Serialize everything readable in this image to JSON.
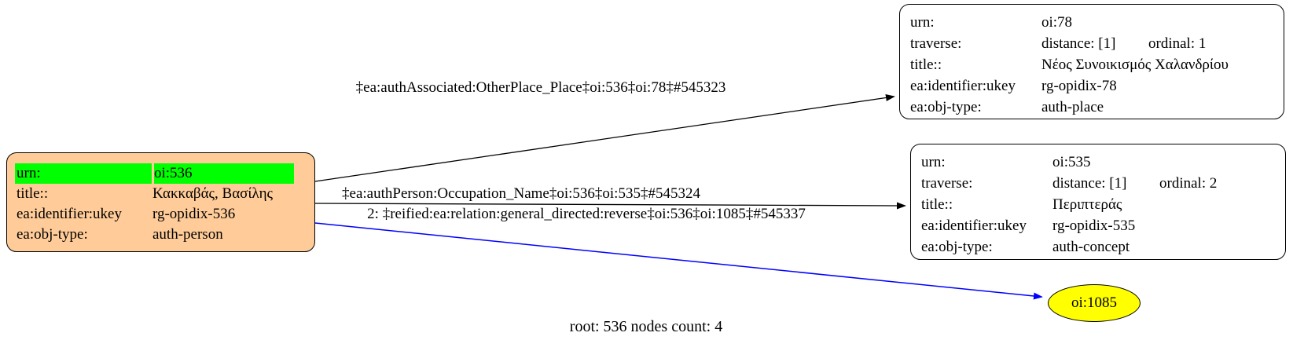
{
  "graph": {
    "caption": "root: 536 nodes count: 4",
    "colors": {
      "background": "#ffffff",
      "border": "#000000",
      "person_fill": "#ffcc99",
      "highlight": "#00ff00",
      "ellipse_fill": "#ffff00",
      "edge_black": "#000000",
      "edge_blue": "#0000ff"
    },
    "nodes": {
      "person_536": {
        "rows": [
          {
            "label": "urn:",
            "value": "oi:536"
          },
          {
            "label": "title::",
            "value": "Κακκαβάς, Βασίλης"
          },
          {
            "label": "ea:identifier:ukey",
            "value": "rg-opidix-536"
          },
          {
            "label": "ea:obj-type:",
            "value": "auth-person"
          }
        ]
      },
      "place_78": {
        "rows": [
          {
            "label": "urn:",
            "value": "oi:78"
          },
          {
            "label": "traverse:",
            "value": "distance: [1]",
            "value2": "ordinal: 1"
          },
          {
            "label": "title::",
            "value": "Νέος Συνοικισμός Χαλανδρίου"
          },
          {
            "label": "ea:identifier:ukey",
            "value": "rg-opidix-78"
          },
          {
            "label": "ea:obj-type:",
            "value": "auth-place"
          }
        ]
      },
      "concept_535": {
        "rows": [
          {
            "label": "urn:",
            "value": "oi:535"
          },
          {
            "label": "traverse:",
            "value": "distance: [1]",
            "value2": "ordinal: 2"
          },
          {
            "label": "title::",
            "value": "Περιπτεράς"
          },
          {
            "label": "ea:identifier:ukey",
            "value": "rg-opidix-535"
          },
          {
            "label": "ea:obj-type:",
            "value": "auth-concept"
          }
        ]
      },
      "node_1085": {
        "label": "oi:1085"
      }
    },
    "edges": [
      {
        "label": "‡ea:authAssociated:OtherPlace_Place‡oi:536‡oi:78‡#545323",
        "color": "#000000"
      },
      {
        "label": "‡ea:authPerson:Occupation_Name‡oi:536‡oi:535‡#545324",
        "color": "#000000"
      },
      {
        "label": "2: ‡reified:ea:relation:general_directed:reverse‡oi:536‡oi:1085‡#545337",
        "color": "#0000ff"
      }
    ]
  }
}
